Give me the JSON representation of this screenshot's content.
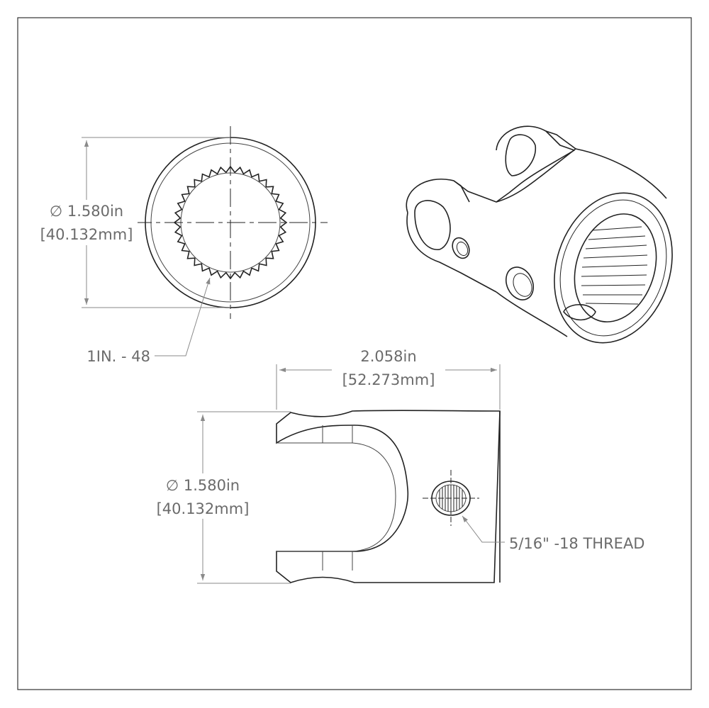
{
  "top_view": {
    "diameter_in": "∅ 1.580in",
    "diameter_mm": "[40.132mm]",
    "spline_label": "1IN. - 48"
  },
  "side_view": {
    "length_in": "2.058in",
    "length_mm": "[52.273mm]",
    "diameter_in": "∅ 1.580in",
    "diameter_mm": "[40.132mm]",
    "thread_label": "5/16\" -18 THREAD"
  },
  "spline_teeth": 36
}
